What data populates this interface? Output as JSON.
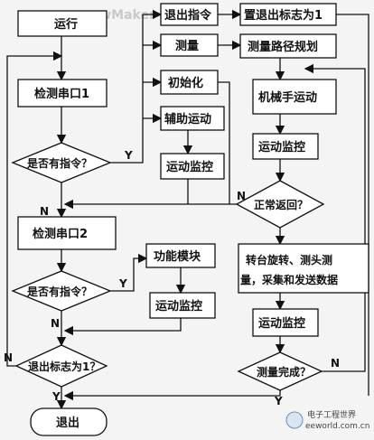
{
  "watermark": "www.eewMaker",
  "nodes": {
    "run": "运行",
    "check_port1": "检测串口1",
    "has_cmd1": "是否有指令？",
    "exit_cmd": "退出指令",
    "set_exit_flag": "置退出标志为1",
    "measure": "测量",
    "measure_path": "测量路径规划",
    "init": "初始化",
    "robot_move": "机械手运动",
    "aux_move": "辅助运动",
    "motion_monitor_a": "运动监控",
    "motion_monitor_b": "运动监控",
    "normal_return": "正常返回？",
    "check_port2": "检测串口2",
    "func_module": "功能模块",
    "rotate_line1": "转台旋转、测头测",
    "rotate_line2": "量，采集和发送数据",
    "has_cmd2": "是否有指令？",
    "motion_monitor_c": "运动监控",
    "motion_monitor_d": "运动监控",
    "exit_flag_q": "退出标志为1？",
    "measure_done": "测量完成？",
    "exit": "退出"
  },
  "edge_labels": {
    "y1": "Y",
    "n_normal": "N",
    "n1": "N",
    "y2": "Y",
    "n2": "N",
    "n_exit": "N",
    "y_exit": "Y",
    "n_measure": "N",
    "y_measure": "Y"
  },
  "logo": {
    "line1": "电子工程世界",
    "line2": "eeworld.com.cn"
  }
}
